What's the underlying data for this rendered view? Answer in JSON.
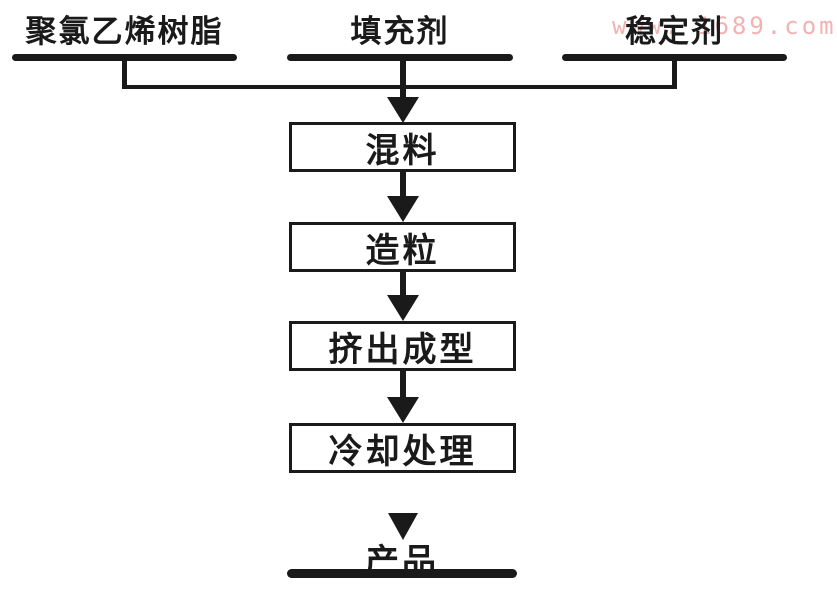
{
  "diagram": {
    "title_implicit": "",
    "inputs": [
      {
        "label": "聚氯乙烯树脂"
      },
      {
        "label": "填充剂"
      },
      {
        "label": "稳定剂"
      }
    ],
    "steps": [
      {
        "label": "混料"
      },
      {
        "label": "造粒"
      },
      {
        "label": "挤出成型"
      },
      {
        "label": "冷却处理"
      }
    ],
    "output": {
      "label": "产品"
    },
    "watermark": {
      "prefix": "www.",
      "suffix": "1689.com",
      "color": "#f2b2b2"
    },
    "colors": {
      "line": "#1a1a1a",
      "background": "#ffffff"
    }
  }
}
